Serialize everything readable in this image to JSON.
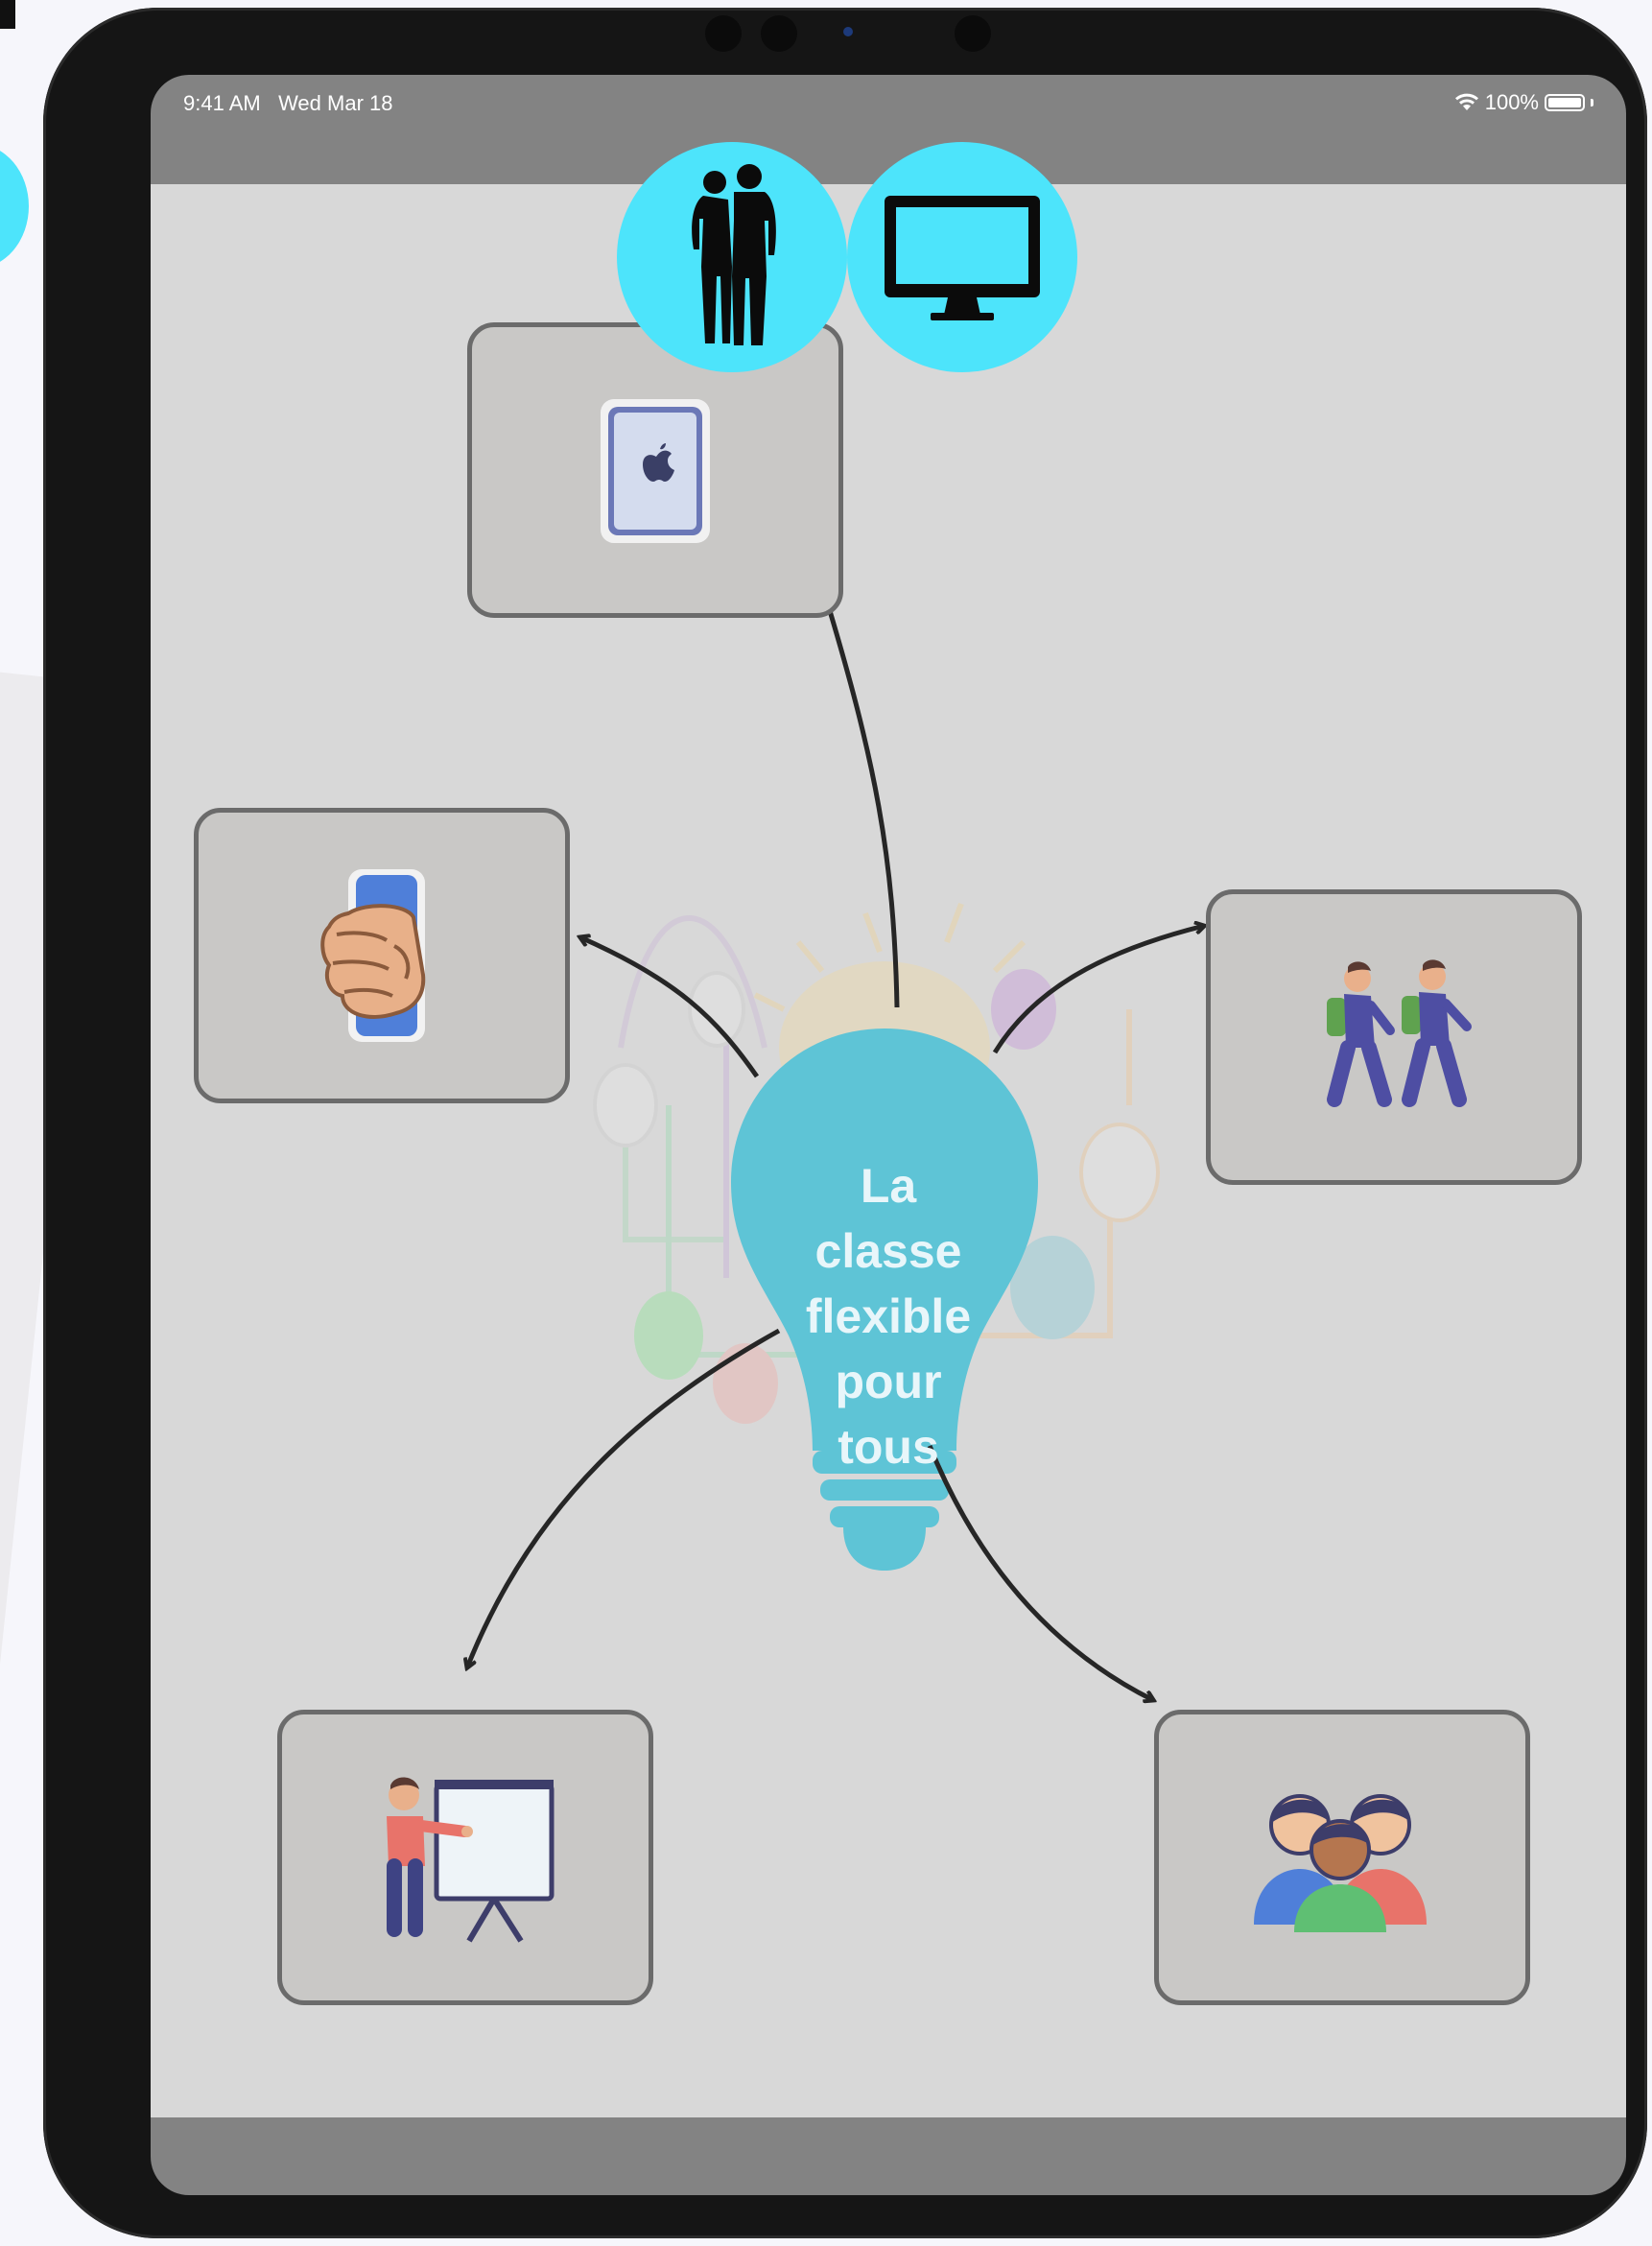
{
  "status_bar": {
    "time": "9:41 AM",
    "date": "Wed Mar 18",
    "battery": "100%"
  },
  "mind_map": {
    "center_text_lines": [
      "La",
      "classe",
      "flexible",
      "pour",
      "tous"
    ],
    "nodes": [
      {
        "id": "top",
        "icon": "tablet-icon"
      },
      {
        "id": "left",
        "icon": "hand-holding-phone-icon"
      },
      {
        "id": "right",
        "icon": "walking-students-icon"
      },
      {
        "id": "bottom-left",
        "icon": "teacher-presentation-icon"
      },
      {
        "id": "bottom-right",
        "icon": "group-people-icon"
      }
    ]
  },
  "overlay_buttons": [
    {
      "icon": "people-silhouette-icon"
    },
    {
      "icon": "desktop-monitor-icon"
    }
  ],
  "colors": {
    "accent_cyan": "#4de4fb",
    "bulb": "#5ec4d6",
    "node_bg": "#c9c8c6",
    "canvas_bg": "#d8d8d8"
  }
}
